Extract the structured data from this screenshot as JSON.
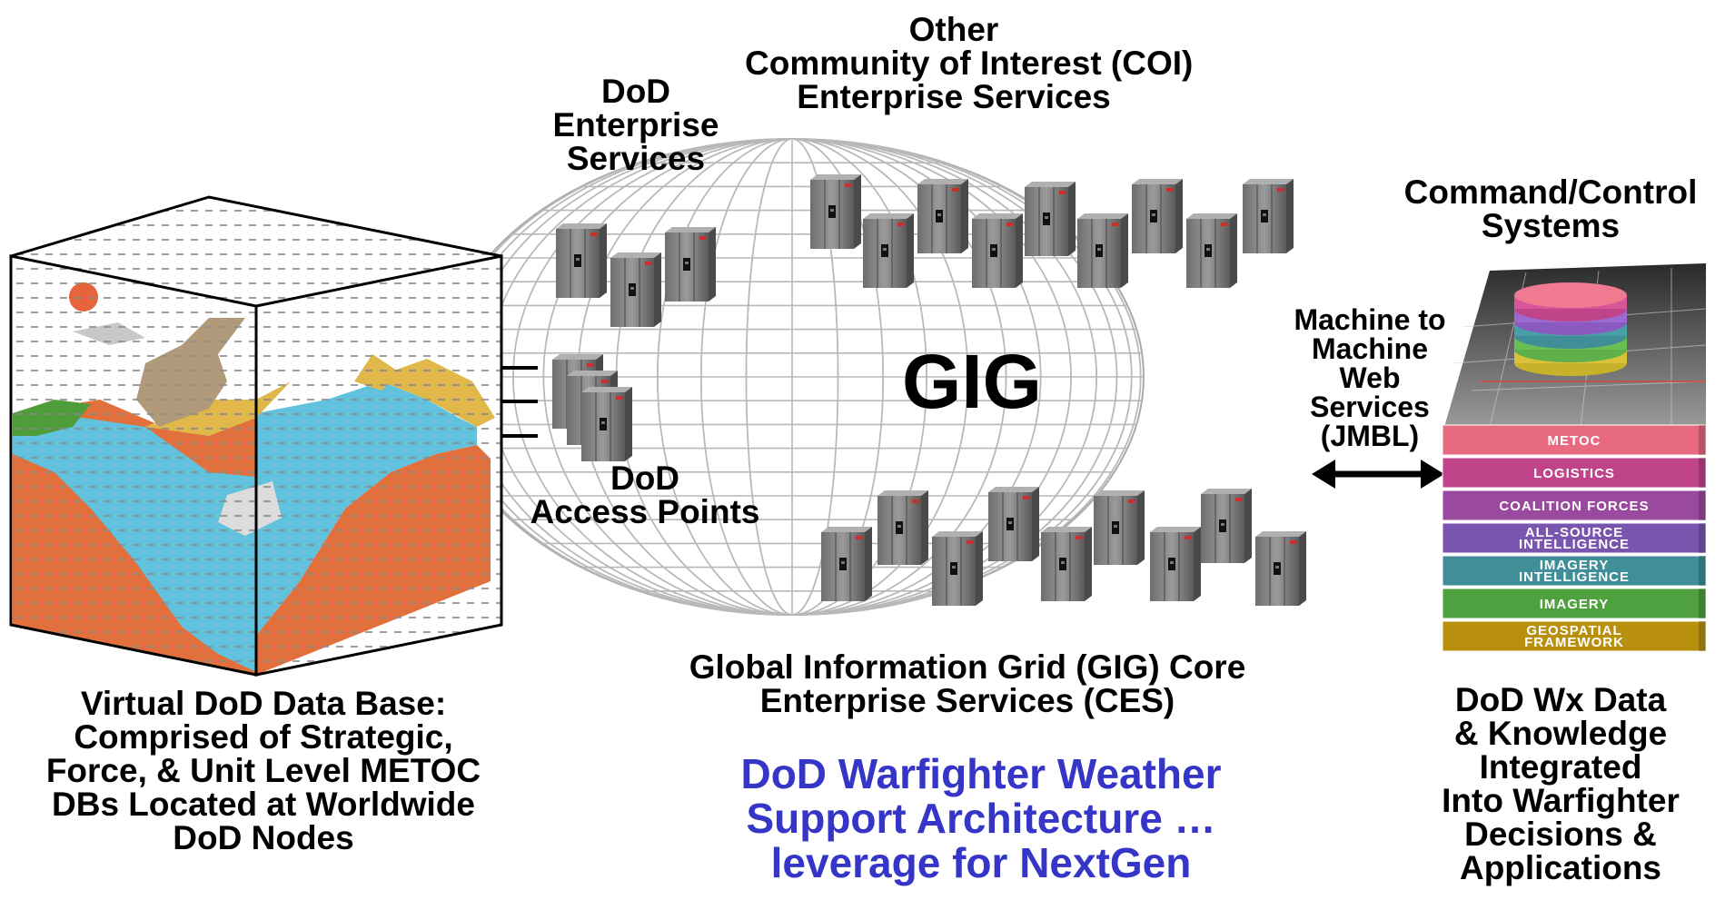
{
  "labels": {
    "other_coi": [
      "Other",
      "Community of Interest (COI)",
      "Enterprise Services"
    ],
    "dod_enterprise": [
      "DoD",
      "Enterprise",
      "Services"
    ],
    "command_control": [
      "Command/Control",
      "Systems"
    ],
    "machine_to_machine": [
      "Machine to",
      "Machine",
      "Web",
      "Services",
      "(JMBL)"
    ],
    "gig": "GIG",
    "dod_access_points": [
      "DoD",
      "Access Points"
    ],
    "ces": [
      "Global Information Grid (GIG) Core",
      "Enterprise Services (CES)"
    ],
    "virtual_db": [
      "Virtual DoD Data Base:",
      "Comprised of Strategic,",
      "Force, & Unit Level METOC",
      "DBs Located at Worldwide",
      "DoD Nodes"
    ],
    "wx_data": [
      "DoD Wx Data",
      "& Knowledge",
      "Integrated",
      "Into Warfighter",
      "Decisions &",
      "Applications"
    ],
    "architecture": [
      "DoD Warfighter Weather",
      "Support Architecture …",
      "leverage for NextGen"
    ]
  },
  "stack_layers": [
    {
      "name": "METOC",
      "color": "#e86a80"
    },
    {
      "name": "LOGISTICS",
      "color": "#c0448a"
    },
    {
      "name": "COALITION FORCES",
      "color": "#9a4a9e"
    },
    {
      "name": "ALL-SOURCE INTELLIGENCE",
      "color": "#7a55b0"
    },
    {
      "name": "IMAGERY INTELLIGENCE",
      "color": "#3f8e98"
    },
    {
      "name": "IMAGERY",
      "color": "#4fa03e"
    },
    {
      "name": "GEOSPATIAL FRAMEWORK",
      "color": "#b8900e"
    }
  ],
  "colors": {
    "grid": "#b8b8b8",
    "server": "#8a8a8a",
    "title_blue": "#3535c8"
  }
}
